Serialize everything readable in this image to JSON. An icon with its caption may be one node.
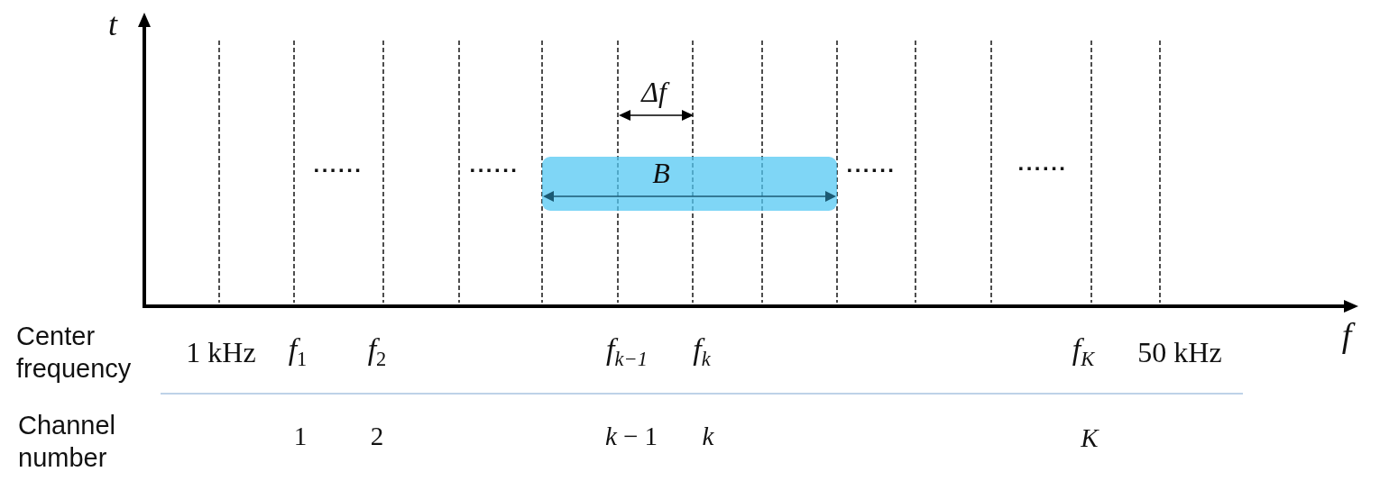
{
  "diagram": {
    "nodes": [
      {
        "text": [
          "B"
        ]
      }
    ],
    "labels": [
      "t",
      "Δf",
      "......",
      "......",
      "......",
      "......",
      "Center frequency",
      "1 kHz",
      "*f*$_{1}$",
      "*f*$_{2}$",
      "f$_{k−1}$",
      "f$_{k}$",
      "f$_{K}$",
      "50 kHz",
      "f",
      "Channel number",
      "1",
      "2",
      "*k* − 1",
      "k",
      "K"
    ]
  }
}
